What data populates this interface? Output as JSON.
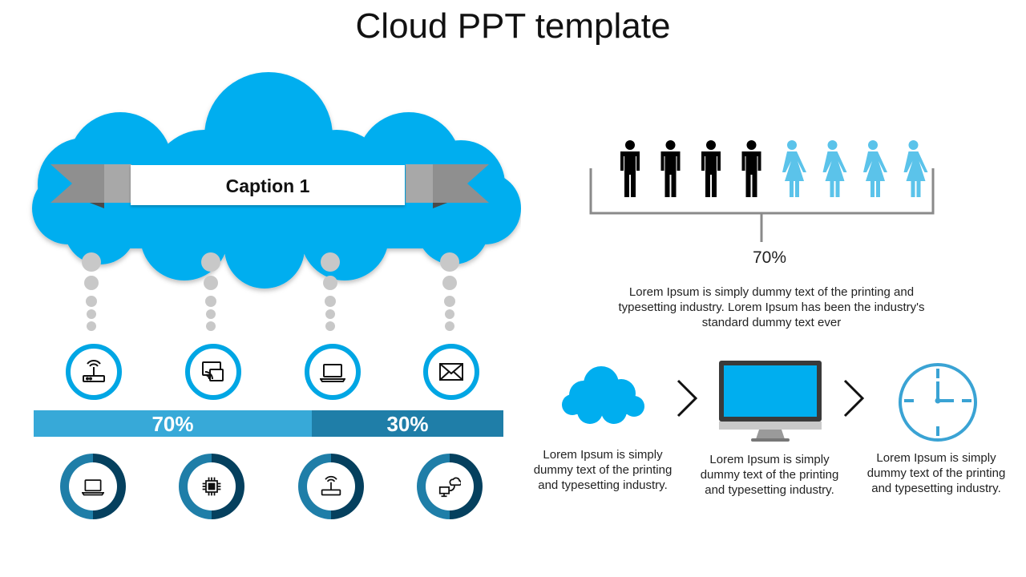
{
  "title": "Cloud PPT template",
  "caption": "Caption 1",
  "bar": {
    "left_label": "70%",
    "right_label": "30%",
    "left_share": 0.7,
    "right_share": 0.3
  },
  "people": {
    "percent_label": "70%",
    "text": "Lorem Ipsum is simply dummy text of the printing and typesetting industry. Lorem Ipsum has been the industry's standard dummy text ever",
    "male_count": 4,
    "female_count": 4,
    "male_color": "#000000",
    "female_color": "#5bc3ea"
  },
  "top_icons": [
    "router-icon",
    "screen-share-icon",
    "laptop-icon",
    "mail-icon"
  ],
  "bottom_icons": [
    "laptop-icon",
    "chip-icon",
    "router-icon",
    "cloud-network-icon"
  ],
  "process": [
    {
      "icon": "cloud-icon",
      "text": "Lorem Ipsum is simply dummy text of the printing and typesetting industry."
    },
    {
      "icon": "monitor-icon",
      "text": "Lorem Ipsum is simply dummy text of the printing and typesetting industry."
    },
    {
      "icon": "clock-icon",
      "text": "Lorem Ipsum is simply dummy text of the printing and typesetting industry."
    }
  ],
  "colors": {
    "cloud": "#00aeef",
    "ring": "#00a6e4",
    "bar_left": "#37a9d8",
    "bar_right": "#1f7ea8",
    "ribbon": "#8c8c8c",
    "dots": "#c8c8c8"
  }
}
